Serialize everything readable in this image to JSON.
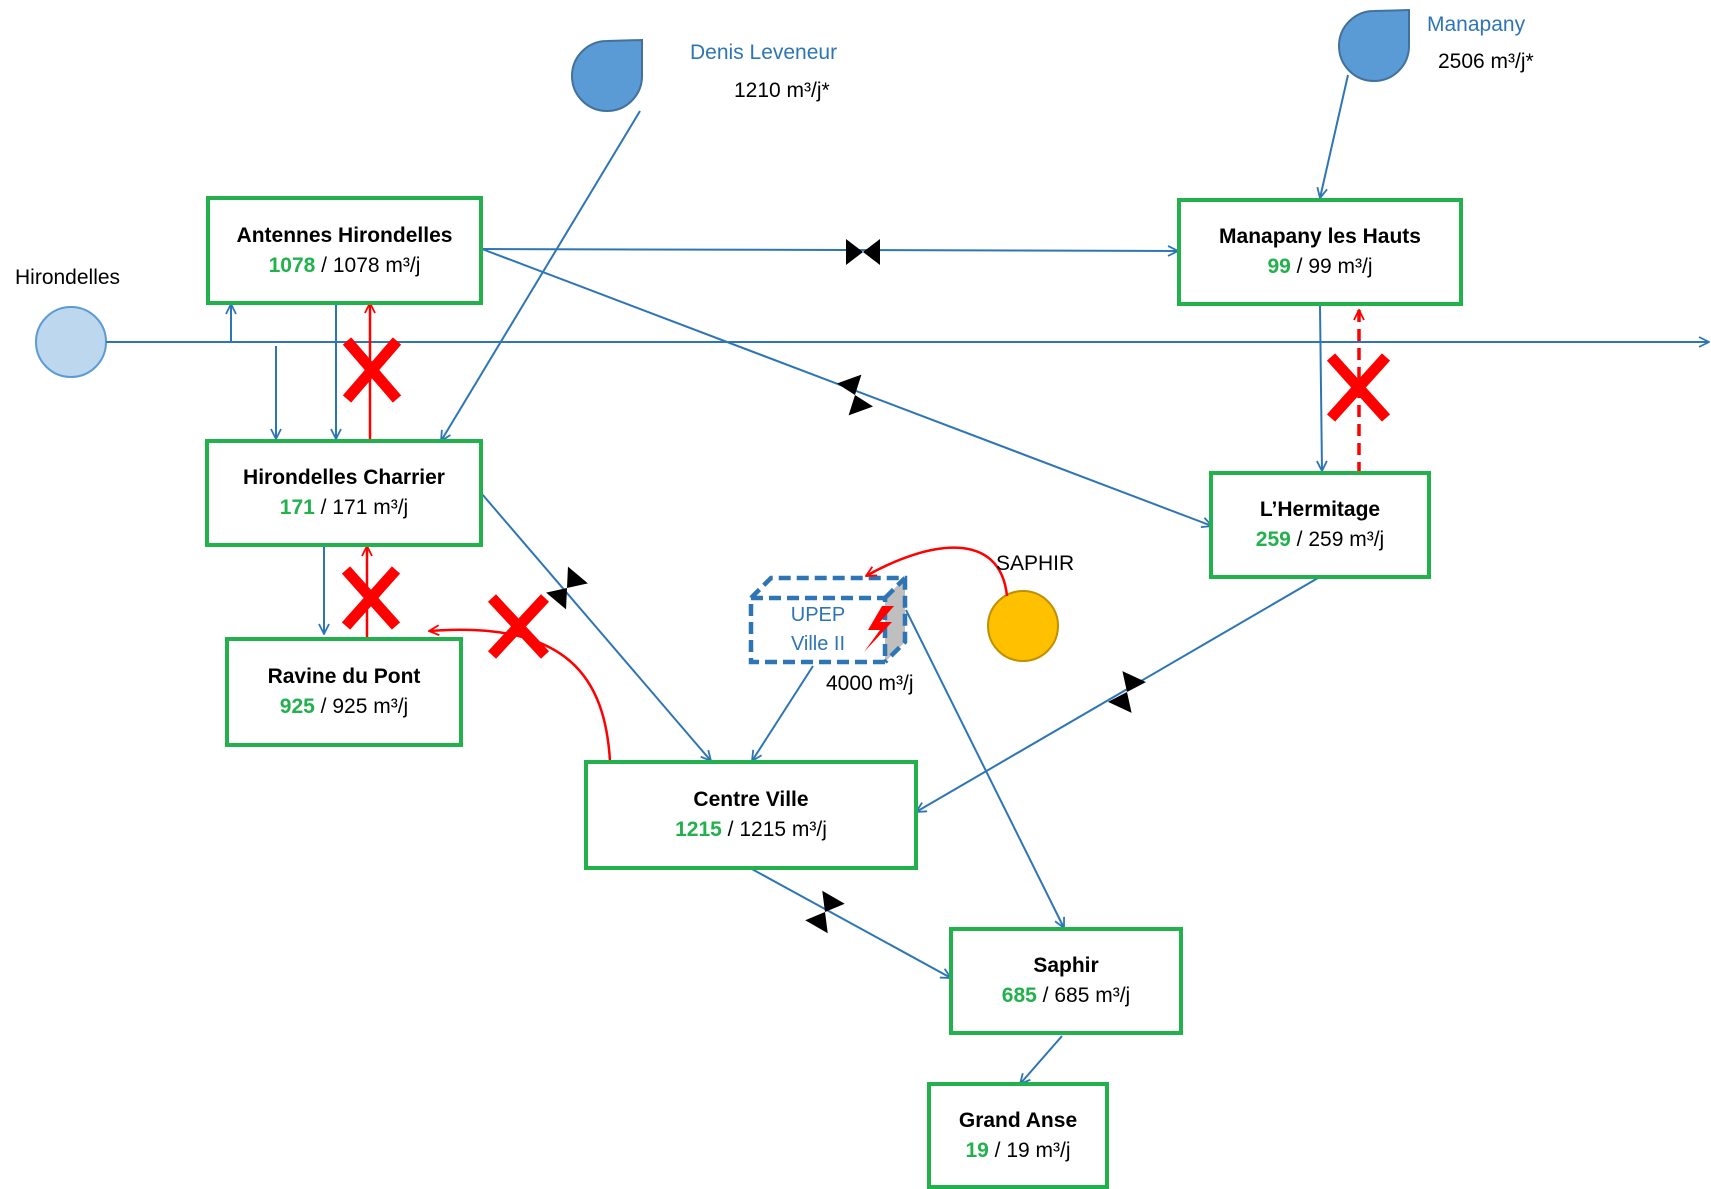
{
  "sources": {
    "hirondelles": {
      "name": "Hirondelles"
    },
    "denis": {
      "name": "Denis Leveneur",
      "flow": "1210 m³/j*"
    },
    "manapany": {
      "name": "Manapany",
      "flow": "2506 m³/j*"
    },
    "saphir": {
      "name": "SAPHIR"
    }
  },
  "upep": {
    "line1": "UPEP",
    "line2": "Ville II",
    "flow": "4000 m³/j"
  },
  "reservoirs": [
    {
      "key": "antennes",
      "name": "Antennes Hirondelles",
      "value": "1078",
      "capacity": " / 1078 m³/j"
    },
    {
      "key": "manapany_hauts",
      "name": "Manapany les Hauts",
      "value": "99",
      "capacity": " / 99 m³/j"
    },
    {
      "key": "charrier",
      "name": "Hirondelles Charrier",
      "value": "171",
      "capacity": " / 171 m³/j"
    },
    {
      "key": "hermitage",
      "name": "L’Hermitage",
      "value": "259",
      "capacity": " / 259 m³/j"
    },
    {
      "key": "ravine",
      "name": "Ravine du Pont",
      "value": "925",
      "capacity": " / 925 m³/j"
    },
    {
      "key": "centre",
      "name": "Centre Ville",
      "value": "1215",
      "capacity": " / 1215 m³/j"
    },
    {
      "key": "saphir_box",
      "name": "Saphir",
      "value": "685",
      "capacity": " / 685 m³/j"
    },
    {
      "key": "grand_anse",
      "name": "Grand Anse",
      "value": "19",
      "capacity": " / 19 m³/j"
    }
  ],
  "colors": {
    "pipe": "#2e75b6",
    "blocked": "#ff0000",
    "reservoir_border": "#22b14c",
    "available_value": "#22b14c",
    "hirondelles_source": "#bdd7ee",
    "water_source": "#5b9bd5",
    "saphir_source": "#ffc000",
    "valve": "#000000"
  },
  "icons": [
    "water-drop-icon",
    "valve-icon",
    "blocked-cross-icon",
    "lightning-icon"
  ]
}
